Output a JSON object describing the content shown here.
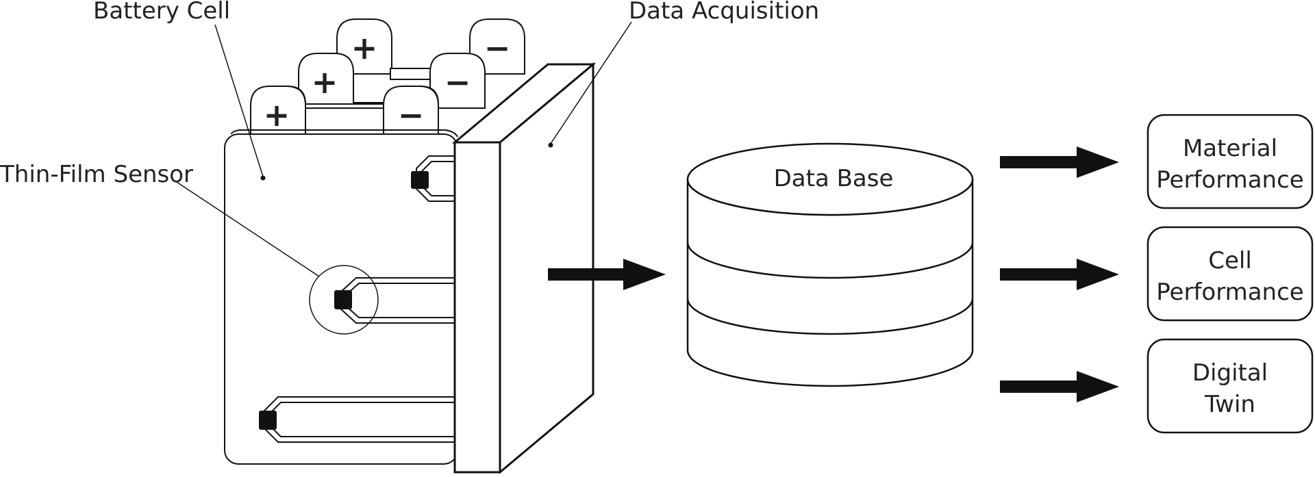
{
  "labels": {
    "battery_cell": "Battery Cell",
    "data_acquisition": "Data Acquisition",
    "thin_film_sensor": "Thin-Film Sensor",
    "data_base": "Data Base"
  },
  "terminals": {
    "positive": "+",
    "negative": "−"
  },
  "outputs": [
    {
      "line1": "Material",
      "line2": "Performance"
    },
    {
      "line1": "Cell",
      "line2": "Performance"
    },
    {
      "line1": "Digital",
      "line2": "Twin"
    }
  ]
}
